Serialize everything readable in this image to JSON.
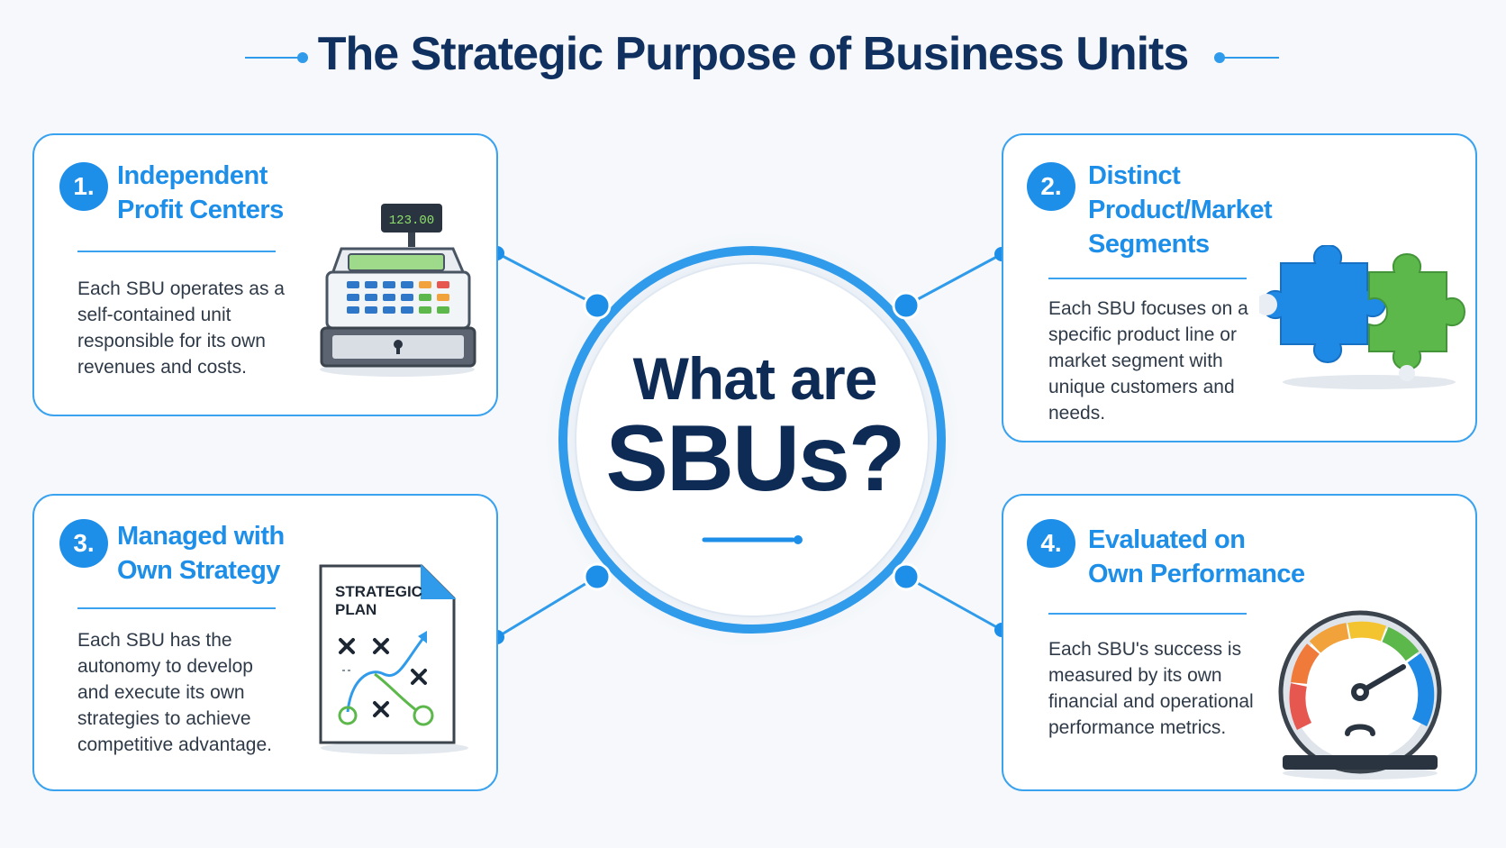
{
  "title": "The Strategic Purpose of Business Units",
  "center": {
    "line1": "What are",
    "line2": "SBUs?"
  },
  "cards": [
    {
      "number": "1.",
      "title_lines": [
        "Independent",
        "Profit Centers"
      ],
      "desc_lines": [
        "Each SBU operates as a",
        "self-contained unit",
        "responsible for its own",
        "revenues and costs."
      ],
      "icon": "cash-register-icon",
      "display": "123.00"
    },
    {
      "number": "2.",
      "title_lines": [
        "Distinct",
        "Product/Market",
        "Segments"
      ],
      "desc_lines": [
        "Each SBU focuses on a",
        "specific product line or",
        "market segment with",
        "unique customers and",
        "needs."
      ],
      "icon": "puzzle-pieces-icon"
    },
    {
      "number": "3.",
      "title_lines": [
        "Managed with",
        "Own Strategy"
      ],
      "desc_lines": [
        "Each SBU has the",
        "autonomy to develop",
        "and execute its own",
        "strategies to achieve",
        "competitive advantage."
      ],
      "icon": "strategic-plan-document-icon",
      "doc_lines": [
        "STRATEGIC",
        "PLAN"
      ]
    },
    {
      "number": "4.",
      "title_lines": [
        "Evaluated on",
        "Own Performance"
      ],
      "desc_lines": [
        "Each SBU's success is",
        "measured by its own",
        "financial and operational",
        "performance metrics."
      ],
      "icon": "performance-gauge-icon"
    }
  ],
  "colors": {
    "accent": "#1e8fe8",
    "navy": "#0e2b55",
    "border": "#3aa2ee",
    "puzzle_blue": "#1f8ae6",
    "puzzle_green": "#5cb84a"
  }
}
